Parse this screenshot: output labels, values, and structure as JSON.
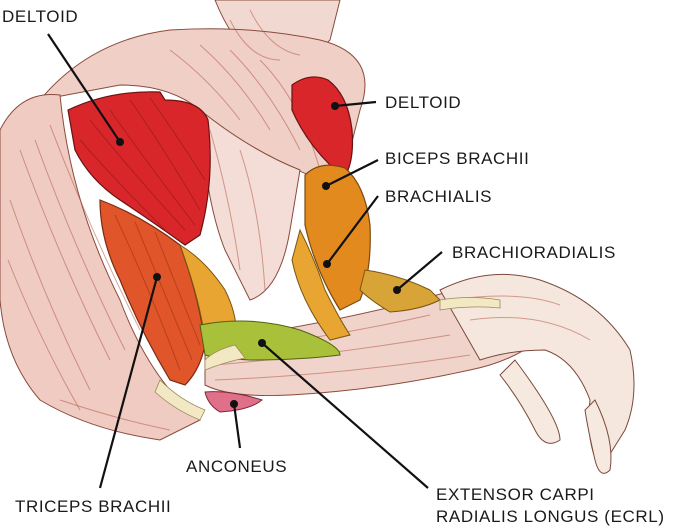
{
  "labels": {
    "deltoid_left": "DELTOID",
    "deltoid_right": "DELTOID",
    "biceps": "BICEPS BRACHII",
    "brachialis": "BRACHIALIS",
    "brachioradialis": "BRACHIORADIALIS",
    "anconeus": "ANCONEUS",
    "triceps": "TRICEPS BRACHII",
    "ecrl_line1": "EXTENSOR CARPI",
    "ecrl_line2": "RADIALIS LONGUS (ECRL)"
  },
  "colors": {
    "deltoid": "#d9262a",
    "triceps": "#e0552a",
    "biceps": "#e38a1f",
    "brachialis": "#e9a531",
    "brachioradialis": "#d8a437",
    "ecrl": "#a9c13a",
    "anconeus": "#e06f8a",
    "tendon": "#f3e8c4",
    "muscle_pink": "#efc9c0",
    "skin_line": "#7a3b30"
  }
}
